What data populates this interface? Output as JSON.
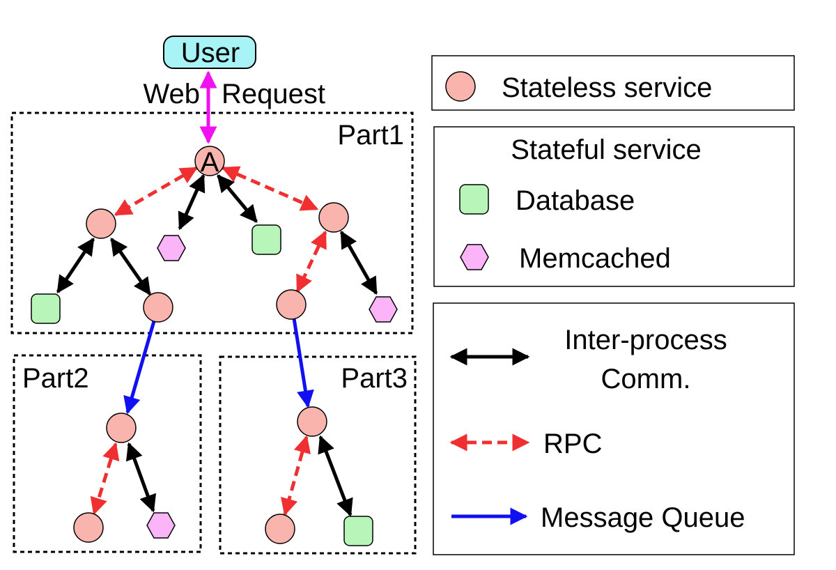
{
  "diagram": {
    "user_label": "User",
    "web_label": "Web",
    "request_label": "Request",
    "node_a_label": "A",
    "part1_label": "Part1",
    "part2_label": "Part2",
    "part3_label": "Part3"
  },
  "legend": {
    "stateless": "Stateless service",
    "stateful_title": "Stateful service",
    "database": "Database",
    "memcached": "Memcached",
    "ipc_line1": "Inter-process",
    "ipc_line2": "Comm.",
    "rpc": "RPC",
    "mq": "Message Queue"
  },
  "colors": {
    "stateless_fill": "#f8b4ad",
    "database_fill": "#b8f5b8",
    "memcached_fill": "#fbb4f8",
    "user_fill": "#a8f3f5",
    "ipc_color": "#000000",
    "rpc_color": "#f03030",
    "mq_color": "#1010f0",
    "web_request_color": "#f010f0"
  }
}
